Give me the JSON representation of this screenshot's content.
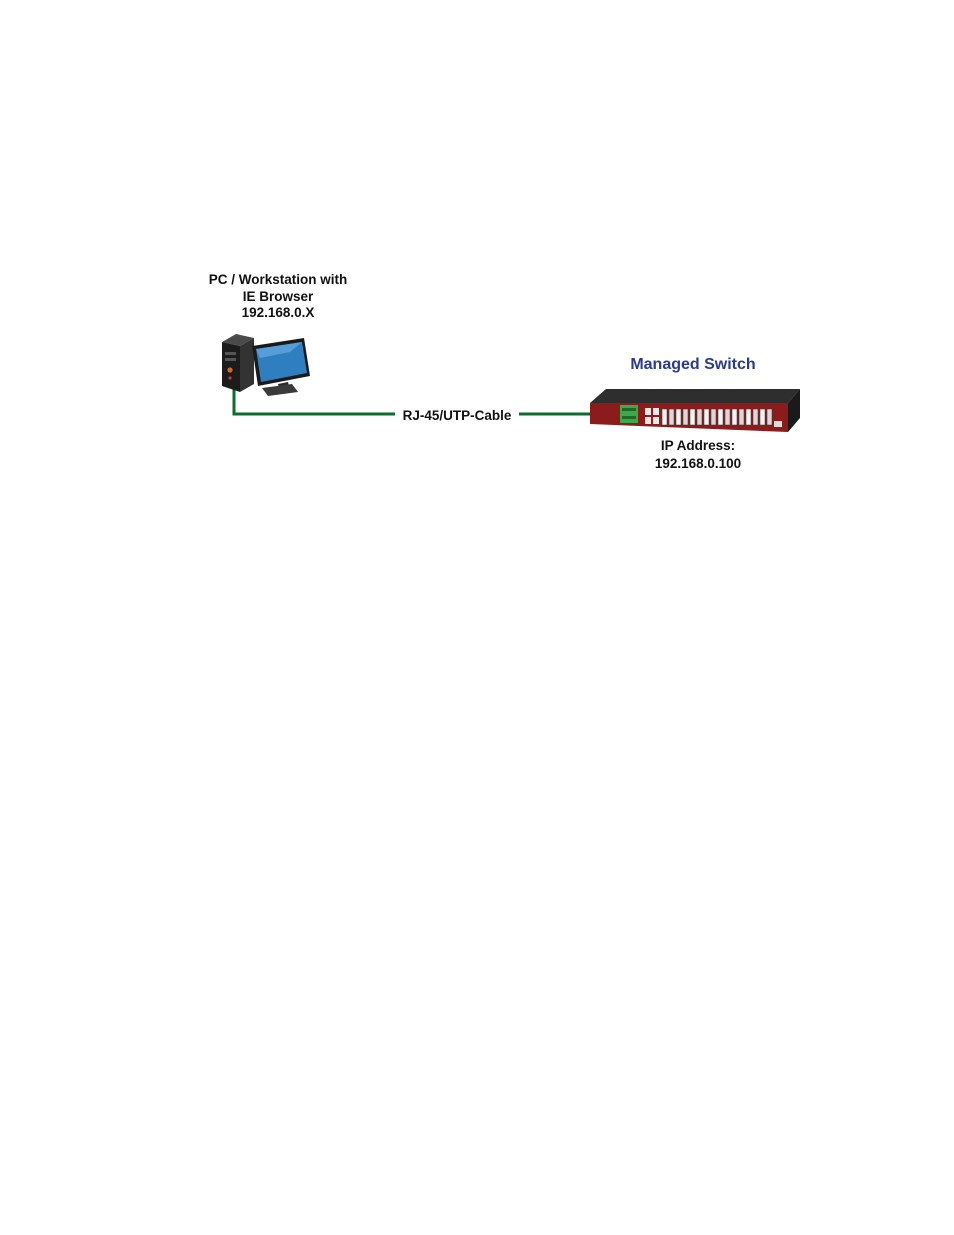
{
  "pc": {
    "line1": "PC / Workstation with",
    "line2": "IE Browser",
    "line3": "192.168.0.X"
  },
  "cable": {
    "label": "RJ-45/UTP-Cable",
    "color": "#0e6b2f"
  },
  "switch": {
    "title": "Managed Switch",
    "title_color": "#2b3a8c",
    "body_color": "#8c1c1c",
    "ip_label": "IP Address:",
    "ip_value": "192.168.0.100"
  }
}
